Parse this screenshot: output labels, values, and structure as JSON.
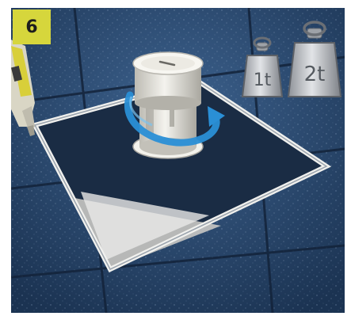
{
  "step": {
    "number": "6"
  },
  "weights": [
    {
      "label": "1t",
      "icon": "weight-1t-icon"
    },
    {
      "label": "2t",
      "icon": "weight-2t-icon"
    }
  ],
  "colors": {
    "badge": "#d6d63c",
    "floor": "#27466b",
    "rotation_arrow": "#2a8fd6",
    "cartridge": "#e8e6de"
  },
  "icons": [
    "sealant-cartridge-icon",
    "rotation-arrow-icon",
    "pedestal-icon",
    "weight-1t-icon",
    "weight-2t-icon"
  ]
}
